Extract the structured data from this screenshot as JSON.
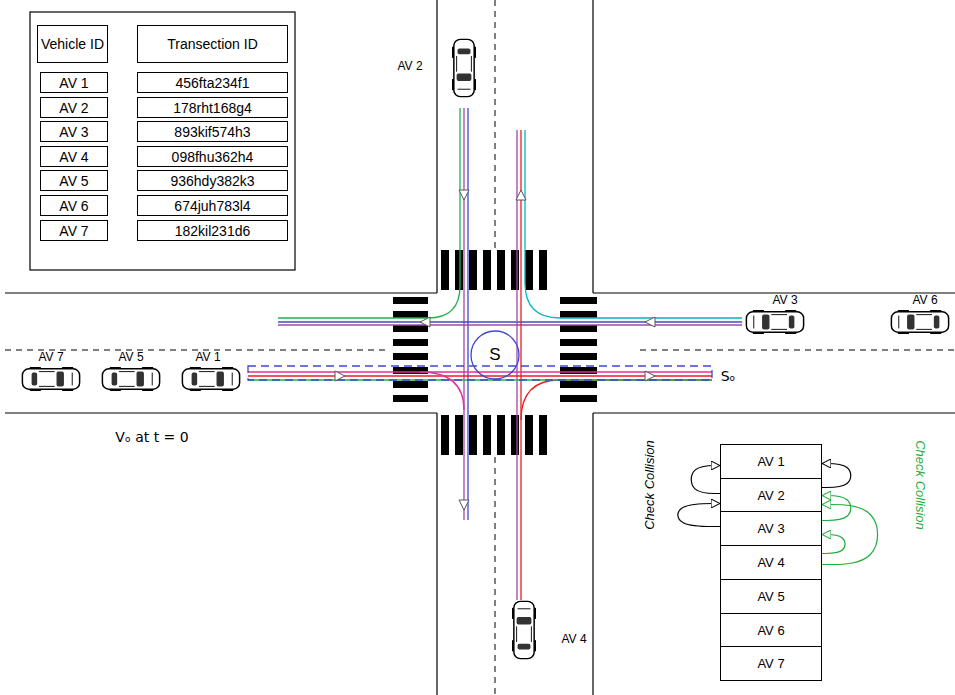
{
  "diagram": {
    "nodes": [
      {
        "text": [
          "S"
        ]
      },
      {
        "text": [
          "AV 1"
        ]
      },
      {
        "text": [
          "AV 2"
        ]
      },
      {
        "text": [
          "AV 3"
        ]
      },
      {
        "text": [
          "AV 4"
        ]
      },
      {
        "text": [
          "AV 5"
        ]
      },
      {
        "text": [
          "AV 6"
        ]
      },
      {
        "text": [
          "AV 7"
        ]
      }
    ],
    "edges": [
      {
        "from": 2,
        "to": 1,
        "arrow": "to"
      },
      {
        "from": 3,
        "to": 2,
        "arrow": "to"
      },
      {
        "from": 2,
        "to": 1,
        "arrow": "to"
      },
      {
        "from": 3,
        "to": 2,
        "arrow": "to"
      },
      {
        "from": 4,
        "to": 2,
        "arrow": "to"
      },
      {
        "from": 4,
        "to": 3,
        "arrow": "to"
      }
    ],
    "labels": [
      "Vehicle ID",
      "Transection ID",
      "AV 1",
      "456fta234f1",
      "AV 2",
      "178rht168g4",
      "AV 3",
      "893kif574h3",
      "AV 4",
      "098fhu362h4",
      "AV 5",
      "936hdy382k3",
      "AV 6",
      "674juh783l4",
      "AV 7",
      "182kil231d6",
      "AV 2",
      "AV 3",
      "AV 6",
      "AV 7",
      "AV 5",
      "AV 1",
      "Sₒ",
      "Vₒ at t = 0",
      "Check Collision",
      "Check Collision",
      "AV 4"
    ]
  }
}
